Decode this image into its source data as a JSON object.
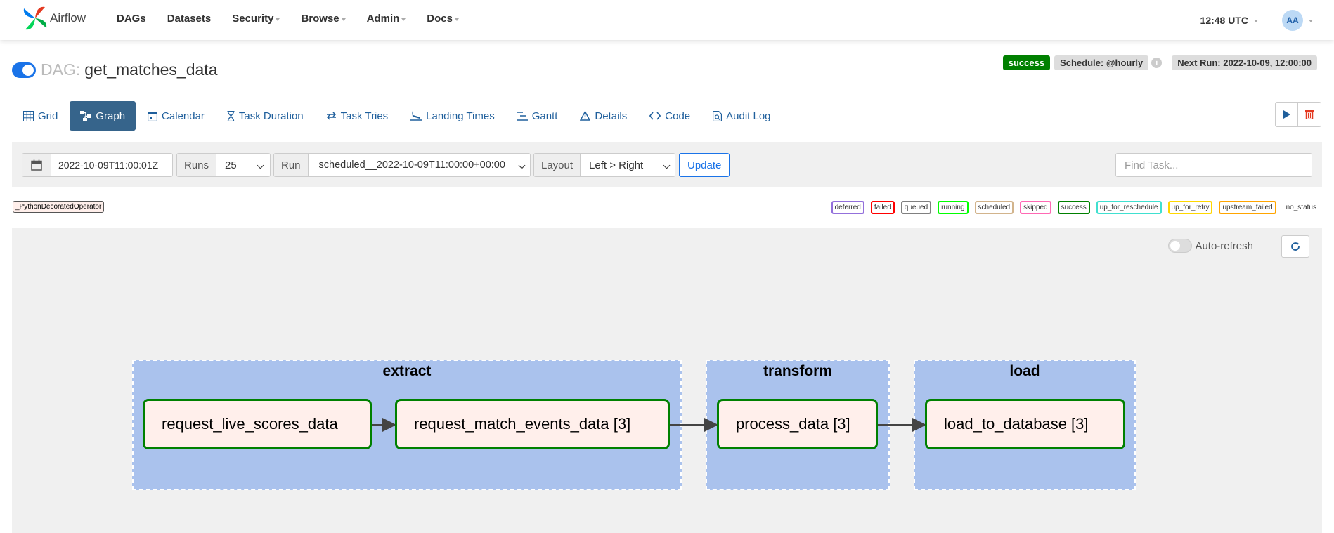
{
  "navbar": {
    "brand": "Airflow",
    "items": [
      {
        "label": "DAGs",
        "caret": false
      },
      {
        "label": "Datasets",
        "caret": false
      },
      {
        "label": "Security",
        "caret": true
      },
      {
        "label": "Browse",
        "caret": true
      },
      {
        "label": "Admin",
        "caret": true
      },
      {
        "label": "Docs",
        "caret": true
      }
    ],
    "time": "12:48 UTC",
    "avatar": "AA"
  },
  "dag": {
    "prefix": "DAG:",
    "name": "get_matches_data",
    "status": "success",
    "schedule": "Schedule: @hourly",
    "next_run": "Next Run: 2022-10-09, 12:00:00"
  },
  "tabs": [
    {
      "label": "Grid",
      "icon": "grid-icon",
      "active": false
    },
    {
      "label": "Graph",
      "icon": "graph-icon",
      "active": true
    },
    {
      "label": "Calendar",
      "icon": "calendar-icon",
      "active": false
    },
    {
      "label": "Task Duration",
      "icon": "hourglass-icon",
      "active": false
    },
    {
      "label": "Task Tries",
      "icon": "retry-icon",
      "active": false
    },
    {
      "label": "Landing Times",
      "icon": "landing-icon",
      "active": false
    },
    {
      "label": "Gantt",
      "icon": "gantt-icon",
      "active": false
    },
    {
      "label": "Details",
      "icon": "warning-icon",
      "active": false
    },
    {
      "label": "Code",
      "icon": "code-icon",
      "active": false
    },
    {
      "label": "Audit Log",
      "icon": "audit-log-icon",
      "active": false
    }
  ],
  "toolbar": {
    "date_value": "2022-10-09T11:00:01Z",
    "runs_label": "Runs",
    "runs_value": "25",
    "run_label": "Run",
    "run_value": "scheduled__2022-10-09T11:00:00+00:00",
    "layout_label": "Layout",
    "layout_value": "Left > Right",
    "update_label": "Update",
    "find_placeholder": "Find Task..."
  },
  "operator_legend": "_PythonDecoratedOperator",
  "status_legend": [
    {
      "label": "deferred",
      "color": "#9370db"
    },
    {
      "label": "failed",
      "color": "#ff0000"
    },
    {
      "label": "queued",
      "color": "#808080"
    },
    {
      "label": "running",
      "color": "#00ff00"
    },
    {
      "label": "scheduled",
      "color": "#d2b48c"
    },
    {
      "label": "skipped",
      "color": "#ff69b4"
    },
    {
      "label": "success",
      "color": "#008000"
    },
    {
      "label": "up_for_reschedule",
      "color": "#40e0d0"
    },
    {
      "label": "up_for_retry",
      "color": "#ffd700"
    },
    {
      "label": "upstream_failed",
      "color": "#ffa500"
    },
    {
      "label": "no_status",
      "color": ""
    }
  ],
  "graph": {
    "auto_refresh_label": "Auto-refresh",
    "clusters": [
      "extract",
      "transform",
      "load"
    ],
    "nodes": [
      "request_live_scores_data",
      "request_match_events_data [3]",
      "process_data [3]",
      "load_to_database [3]"
    ]
  },
  "colors": {
    "accent": "#36648b",
    "link": "#1f5f9c",
    "success": "#008000",
    "cluster": "#aac2ed",
    "node_fill": "#ffefeb"
  }
}
